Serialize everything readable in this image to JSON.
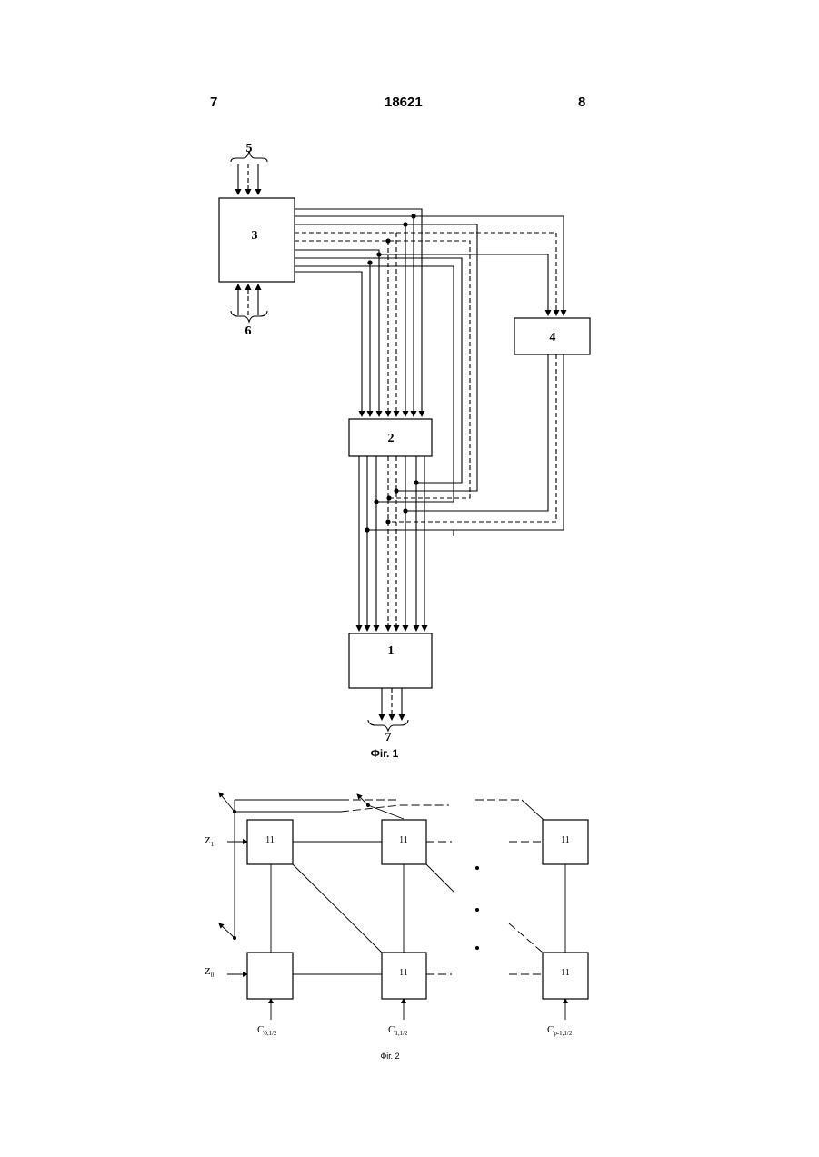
{
  "header": {
    "left_page": "7",
    "patent_number": "18621",
    "right_page": "8"
  },
  "fig1": {
    "caption": "Фіг. 1",
    "blocks": {
      "b1": "1",
      "b2": "2",
      "b3": "3",
      "b4": "4"
    },
    "bus_labels": {
      "in5": "5",
      "in6": "6",
      "out7": "7"
    }
  },
  "fig2": {
    "caption": "Фіг. 2",
    "cell_label": "11",
    "inputs": {
      "z1": "Z",
      "z1_sub": "1",
      "z0": "Z",
      "z0_sub": "0"
    },
    "carries": [
      {
        "main": "C",
        "sub": "0,1/2"
      },
      {
        "main": "C",
        "sub": "1,1/2"
      },
      {
        "main": "C",
        "sub": "p-1,1/2"
      }
    ]
  }
}
